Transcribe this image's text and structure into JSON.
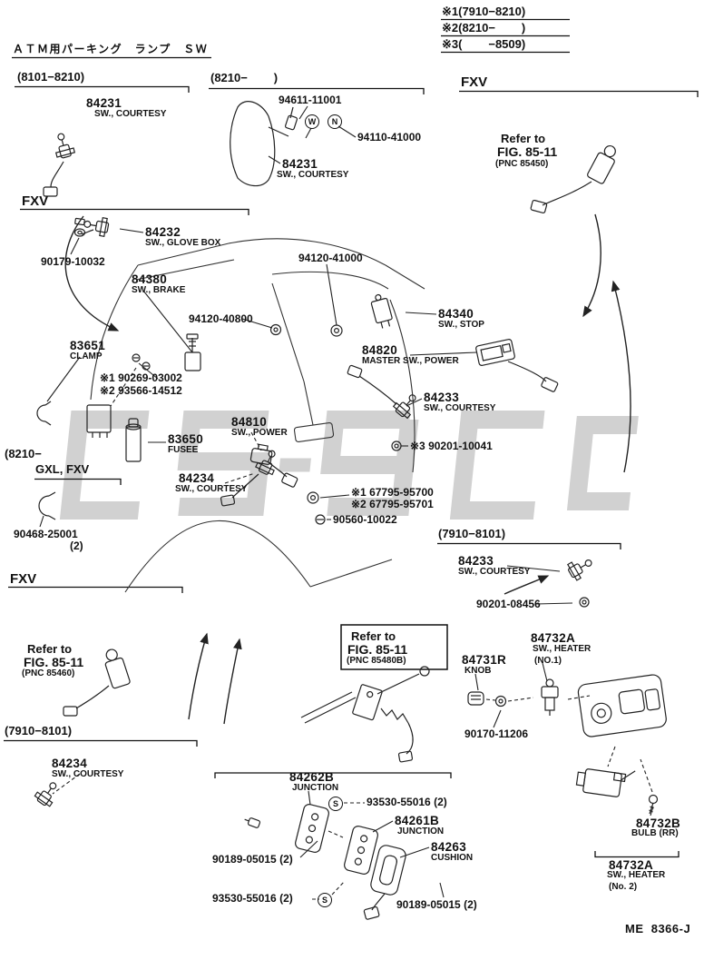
{
  "legend": {
    "row1": "※1(7910−8210)",
    "row2": "※2(8210−        )",
    "row3": "※3(        −8509)"
  },
  "title_jp": "ＡＴＭ用パーキング　ランプ　ＳＷ",
  "sections": {
    "top_left": "(8101−8210)",
    "top_mid": "(8210−        )",
    "fxv_top": "FXV",
    "fxv_mid": "FXV",
    "gxl_period": "(8210−",
    "gxl_grade": "GXL, FXV",
    "right_7910": "(7910−8101)",
    "fxv_bottom": "FXV",
    "left_7910": "(7910−8101)"
  },
  "refs": {
    "top": {
      "l1": "Refer to",
      "l2": "FIG. 85-11",
      "l3": "(PNC 85450)"
    },
    "left": {
      "l1": "Refer to",
      "l2": "FIG. 85-11",
      "l3": "(PNC 85460)"
    },
    "mid": {
      "l1": "Refer to",
      "l2": "FIG. 85-11",
      "l3": "(PNC 85480B)"
    }
  },
  "parts": {
    "p84231_1": {
      "num": "84231",
      "name": "SW., COURTESY"
    },
    "p84231_2": {
      "num": "84231",
      "name": "SW., COURTESY"
    },
    "p84232": {
      "num": "84232",
      "name": "SW., GLOVE BOX"
    },
    "p84380": {
      "num": "84380",
      "name": "SW., BRAKE"
    },
    "p84340": {
      "num": "84340",
      "name": "SW., STOP"
    },
    "p83651": {
      "num": "83651",
      "name": "CLAMP"
    },
    "p84820": {
      "num": "84820",
      "name": "MASTER SW., POWER"
    },
    "p84233_1": {
      "num": "84233",
      "name": "SW., COURTESY"
    },
    "p83650": {
      "num": "83650",
      "name": "FUSEE"
    },
    "p84810": {
      "num": "84810",
      "name": "SW., POWER"
    },
    "p84234_1": {
      "num": "84234",
      "name": "SW., COURTESY"
    },
    "p84233_2": {
      "num": "84233",
      "name": "SW., COURTESY"
    },
    "p84234_2": {
      "num": "84234",
      "name": "SW., COURTESY"
    },
    "p84732a_1": {
      "num": "84732A",
      "name": "SW., HEATER",
      "sub": "(NO.1)"
    },
    "p84731r": {
      "num": "84731R",
      "name": "KNOB"
    },
    "p84262b": {
      "num": "84262B",
      "name": "JUNCTION"
    },
    "p84261b": {
      "num": "84261B",
      "name": "JUNCTION"
    },
    "p84263": {
      "num": "84263",
      "name": "CUSHION"
    },
    "p84732b": {
      "num": "84732B",
      "name": "BULB (RR)"
    },
    "p84732a_2": {
      "num": "84732A",
      "name": "SW., HEATER",
      "sub": "(No. 2)"
    }
  },
  "codes": {
    "c94611": "94611-11001",
    "c94110": "94110-41000",
    "c90179": "90179-10032",
    "c94120_41": "94120-41000",
    "c94120_40": "94120-40800",
    "c90269": "※1 90269-03002",
    "c93566": "※2 93566-14512",
    "c90201_10041": "※3 90201-10041",
    "c67795_0": "※1 67795-95700",
    "c67795_1": "※2 67795-95701",
    "c90560": "90560-10022",
    "c90468": "90468-25001",
    "c90468b": "(2)",
    "c90201_08456": "90201-08456",
    "c90170": "90170-11206",
    "c93530_a": "93530-55016 (2)",
    "c90189_a": "90189-05015 (2)",
    "c93530_b": "93530-55016 (2)",
    "c90189_b": "90189-05015 (2)"
  },
  "symbols": {
    "w": "W",
    "n": "N",
    "s": "S"
  },
  "footer": "ME  8366-J"
}
